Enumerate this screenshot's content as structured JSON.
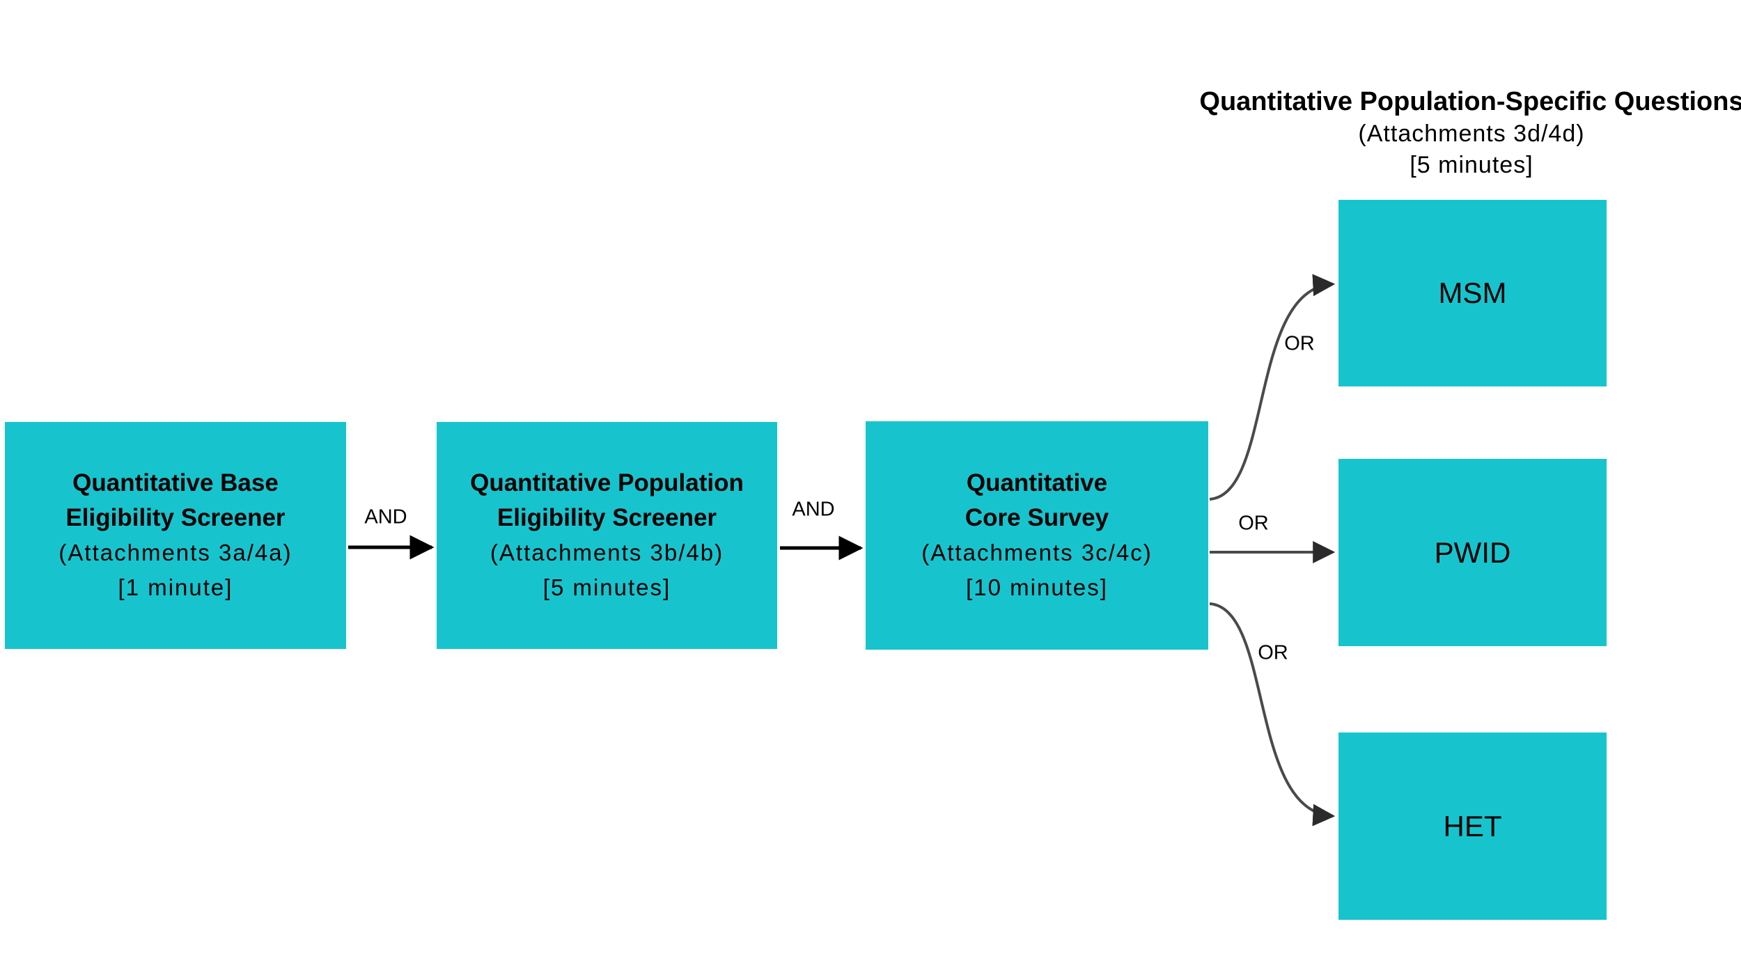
{
  "diagram": {
    "background": "#ffffff",
    "box_fill": "#17C4CE",
    "text_color": "#000000",
    "and_color": "#000000",
    "or_color": "#4a4a4a"
  },
  "header": {
    "title": "Quantitative Population-Specific Questions",
    "attachments": "(Attachments 3d/4d)",
    "duration": "[5 minutes]"
  },
  "flow_boxes": {
    "base": {
      "title_line1": "Quantitative Base",
      "title_line2": "Eligibility Screener",
      "attachments": "(Attachments 3a/4a)",
      "duration": "[1 minute]"
    },
    "population": {
      "title_line1": "Quantitative Population",
      "title_line2": "Eligibility Screener",
      "attachments": "(Attachments 3b/4b)",
      "duration": "[5 minutes]"
    },
    "core": {
      "title_line1": "Quantitative",
      "title_line2": "Core Survey",
      "attachments": "(Attachments 3c/4c)",
      "duration": "[10 minutes]"
    }
  },
  "population_boxes": {
    "msm": {
      "label": "MSM"
    },
    "pwid": {
      "label": "PWID"
    },
    "het": {
      "label": "HET"
    }
  },
  "connectors": {
    "and1": {
      "label": "AND"
    },
    "and2": {
      "label": "AND"
    },
    "or_msm": {
      "label": "OR"
    },
    "or_pwid": {
      "label": "OR"
    },
    "or_het": {
      "label": "OR"
    }
  }
}
